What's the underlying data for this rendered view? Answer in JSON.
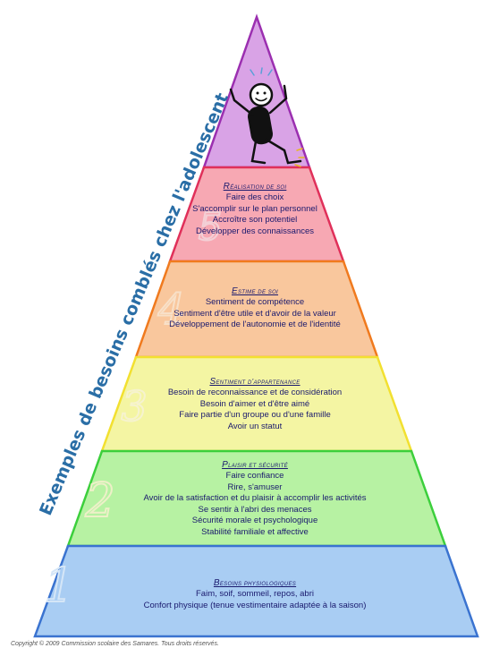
{
  "side_title": "Exemples de besoins comblés chez l'adolescent",
  "copyright": "Copyright © 2009 Commission scolaire des Samares. Tous droits réservés.",
  "levels": [
    {
      "number": "5",
      "title": "Réalisation de soi",
      "items": [
        "Faire des choix",
        "S'accomplir sur le plan personnel",
        "Accroître son potentiel",
        "Développer des connaissances"
      ],
      "color": "#f7a8b3"
    },
    {
      "number": "4",
      "title": "Estime de soi",
      "items": [
        "Sentiment de compétence",
        "Sentiment d'être utile et d'avoir de la valeur",
        "Développement de l'autonomie et de l'identité"
      ],
      "color": "#f9c79d"
    },
    {
      "number": "3",
      "title": "Sentiment d'appartenance",
      "items": [
        "Besoin de reconnaissance et de considération",
        "Besoin d'aimer et d'être aimé",
        "Faire partie d'un groupe ou d'une famille",
        "Avoir un statut"
      ],
      "color": "#f4f5a3"
    },
    {
      "number": "2",
      "title": "Plaisir et sécurité",
      "items": [
        "Faire confiance",
        "Rire, s'amuser",
        "Avoir de la satisfaction et du plaisir à accomplir les activités",
        "Se sentir à l'abri des menaces",
        "Sécurité morale et psychologique",
        "Stabilité familiale et affective"
      ],
      "color": "#b7f2a3"
    },
    {
      "number": "1",
      "title": "Besoins physiologiques",
      "items": [
        "Faim, soif, sommeil, repos, abri",
        "Confort physique (tenue vestimentaire adaptée à la saison)"
      ],
      "color": "#a9cdf3"
    }
  ],
  "apex_color": "#d9a3e6",
  "border_colors": {
    "apex": "#9b2fb0",
    "level5": "#e0305a",
    "level4": "#f07a1e",
    "level3": "#f2e030",
    "level2": "#3ccf3c",
    "level1": "#3a73d0"
  }
}
